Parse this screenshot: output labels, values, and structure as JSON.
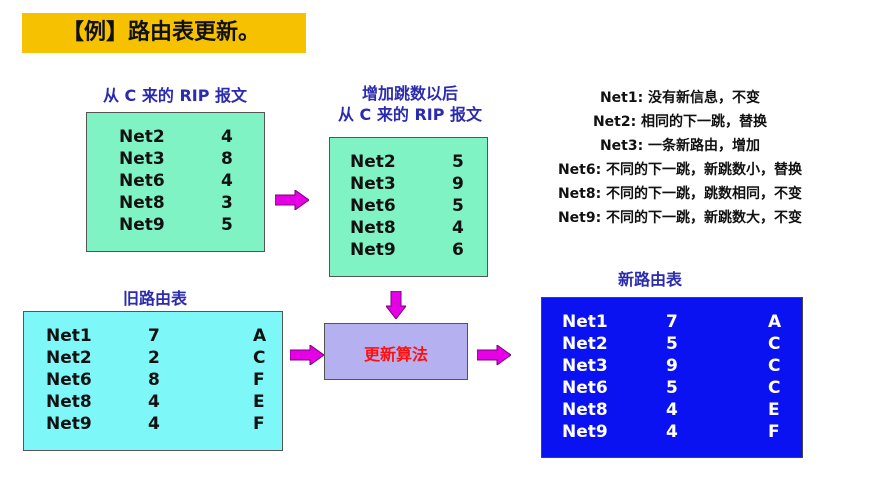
{
  "title": "【例】路由表更新。",
  "rip_from_c": {
    "caption": "从 C 来的 RIP 报文",
    "rows": [
      {
        "net": "Net2",
        "hops": "4"
      },
      {
        "net": "Net3",
        "hops": "8"
      },
      {
        "net": "Net6",
        "hops": "4"
      },
      {
        "net": "Net8",
        "hops": "3"
      },
      {
        "net": "Net9",
        "hops": "5"
      }
    ]
  },
  "rip_incremented": {
    "caption_line1": "增加跳数以后",
    "caption_line2": "从 C 来的 RIP 报文",
    "rows": [
      {
        "net": "Net2",
        "hops": "5"
      },
      {
        "net": "Net3",
        "hops": "9"
      },
      {
        "net": "Net6",
        "hops": "5"
      },
      {
        "net": "Net8",
        "hops": "4"
      },
      {
        "net": "Net9",
        "hops": "6"
      }
    ]
  },
  "old_table": {
    "caption": "旧路由表",
    "rows": [
      {
        "net": "Net1",
        "hops": "7",
        "next": "A"
      },
      {
        "net": "Net2",
        "hops": "2",
        "next": "C"
      },
      {
        "net": "Net6",
        "hops": "8",
        "next": "F"
      },
      {
        "net": "Net8",
        "hops": "4",
        "next": "E"
      },
      {
        "net": "Net9",
        "hops": "4",
        "next": "F"
      }
    ]
  },
  "algorithm": {
    "label": "更新算法"
  },
  "new_table": {
    "caption": "新路由表",
    "rows": [
      {
        "net": "Net1",
        "hops": "7",
        "next": "A"
      },
      {
        "net": "Net2",
        "hops": "5",
        "next": "C"
      },
      {
        "net": "Net3",
        "hops": "9",
        "next": "C"
      },
      {
        "net": "Net6",
        "hops": "5",
        "next": "C"
      },
      {
        "net": "Net8",
        "hops": "4",
        "next": "E"
      },
      {
        "net": "Net9",
        "hops": "4",
        "next": "F"
      }
    ]
  },
  "notes": [
    "Net1: 没有新信息，不变",
    "Net2: 相同的下一跳，替换",
    "Net3: 一条新路由，增加",
    "Net6: 不同的下一跳，新跳数小，替换",
    "Net8: 不同的下一跳，跳数相同，不变",
    "Net9: 不同的下一跳，新跳数大，不变"
  ],
  "colors": {
    "title_bg": "#f6c200",
    "caption_text": "#2b2bb0",
    "rip_box_bg": "#7ff3c3",
    "old_table_bg": "#7df7f7",
    "new_table_bg": "#0a12f2",
    "algorithm_bg": "#b5b0ef",
    "algorithm_text": "#ff1010",
    "arrow_fill": "#e600e6"
  }
}
